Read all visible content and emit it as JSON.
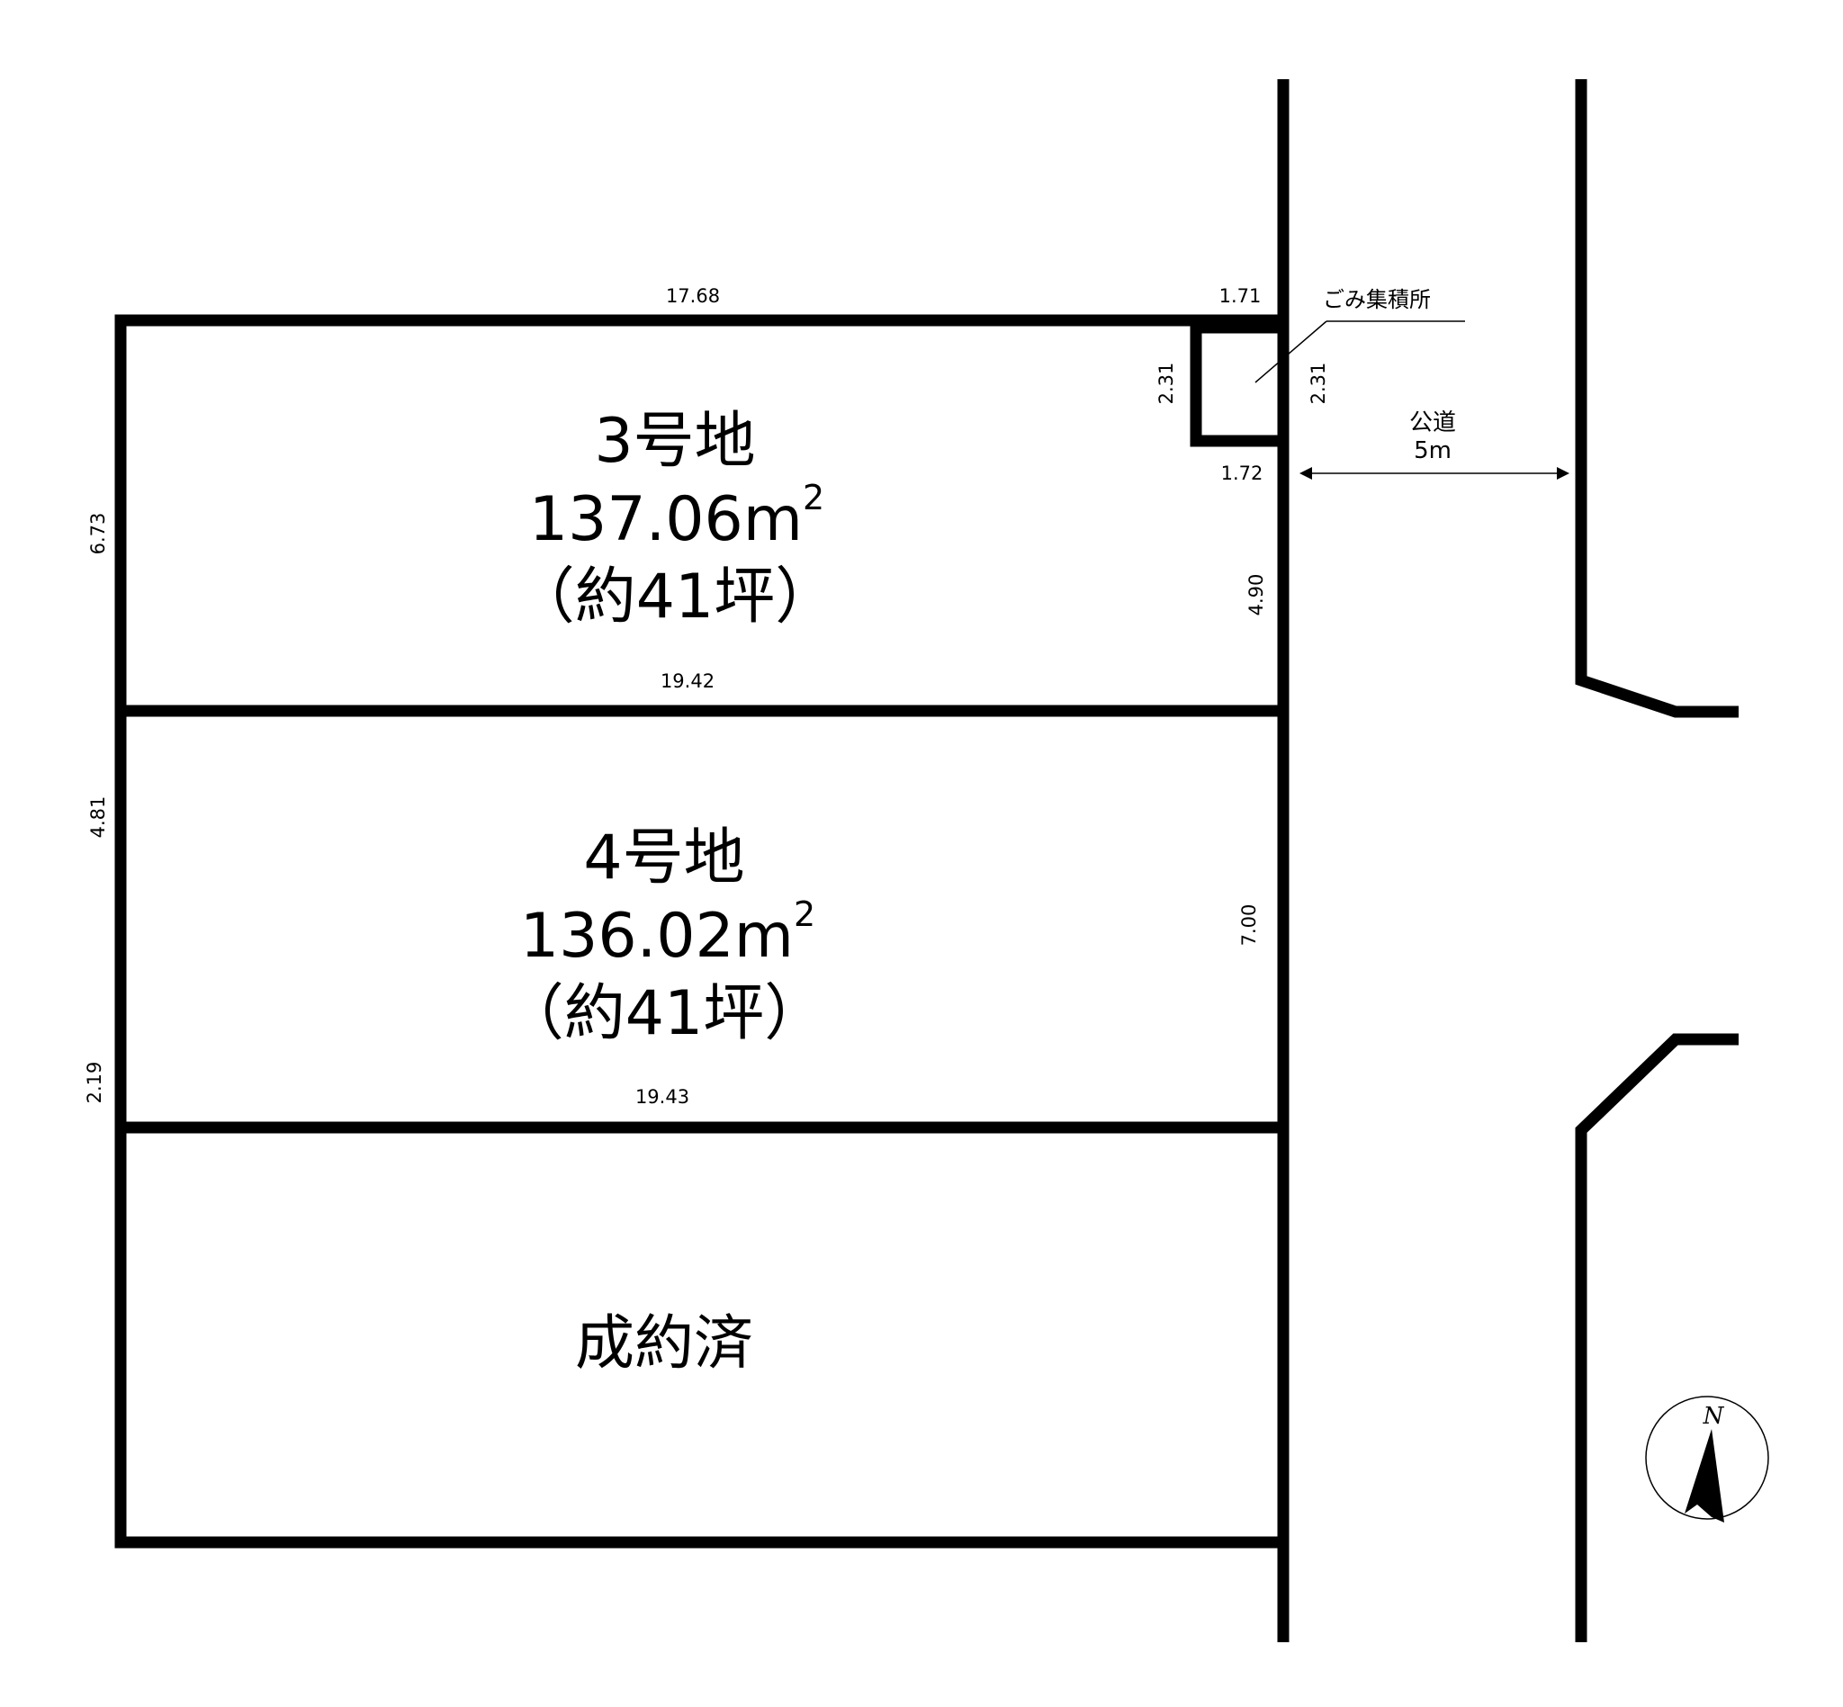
{
  "lots": [
    {
      "name": "3号地",
      "area": "137.06",
      "area_unit": "m",
      "area_sup": "2",
      "tsubo": "（約41坪）"
    },
    {
      "name": "4号地",
      "area": "136.02",
      "area_unit": "m",
      "area_sup": "2",
      "tsubo": "（約41坪）"
    }
  ],
  "sold_label": "成約済",
  "dimensions": {
    "top_lot3": "17.68",
    "top_gomi": "1.71",
    "gomi_left": "2.31",
    "gomi_right": "2.31",
    "gomi_bottom": "1.72",
    "lot3_right": "4.90",
    "lot3_left": "6.73",
    "lot3_bottom": "19.42",
    "lot4_left": "4.81",
    "lot4_right": "7.00",
    "lot4_bottom": "19.43",
    "lot5_left": "2.19"
  },
  "gomi_label": "ごみ集積所",
  "road": {
    "label": "公道",
    "width": "5m"
  },
  "north_label": "N"
}
